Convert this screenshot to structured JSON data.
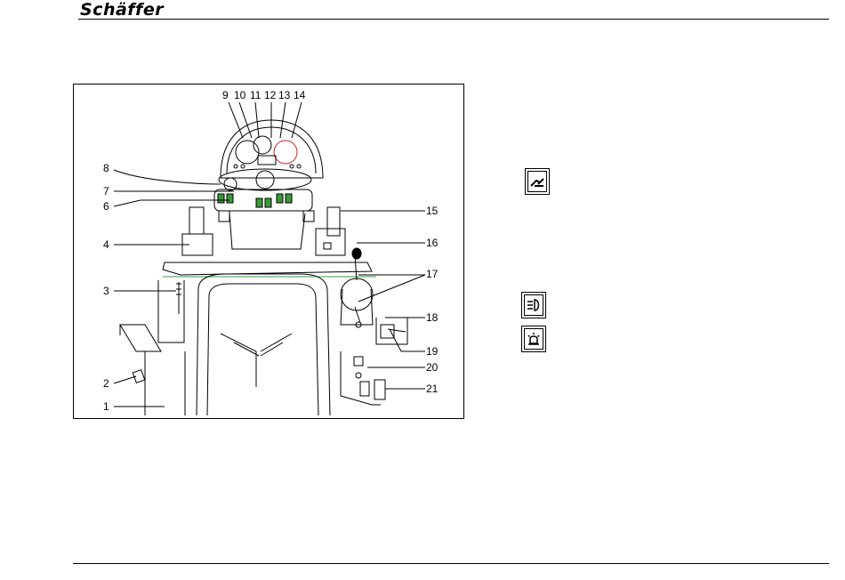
{
  "header": {
    "brand": "Schäffer"
  },
  "figure": {
    "callouts": {
      "c1": "1",
      "c2": "2",
      "c3": "3",
      "c4": "4",
      "c6": "6",
      "c7": "7",
      "c8": "8",
      "c9": "9",
      "c10": "10",
      "c11": "11",
      "c12": "12",
      "c13": "13",
      "c14": "14",
      "c15": "15",
      "c16": "16",
      "c17": "17",
      "c18": "18",
      "c19": "19",
      "c20": "20",
      "c21": "21"
    }
  },
  "side_icons": [
    {
      "name": "loader-bucket-icon"
    },
    {
      "name": "headlight-icon"
    },
    {
      "name": "beacon-light-icon"
    }
  ],
  "colors": {
    "ink": "#000000",
    "accent_green": "#3a9a3a",
    "accent_red": "#cc2222"
  }
}
